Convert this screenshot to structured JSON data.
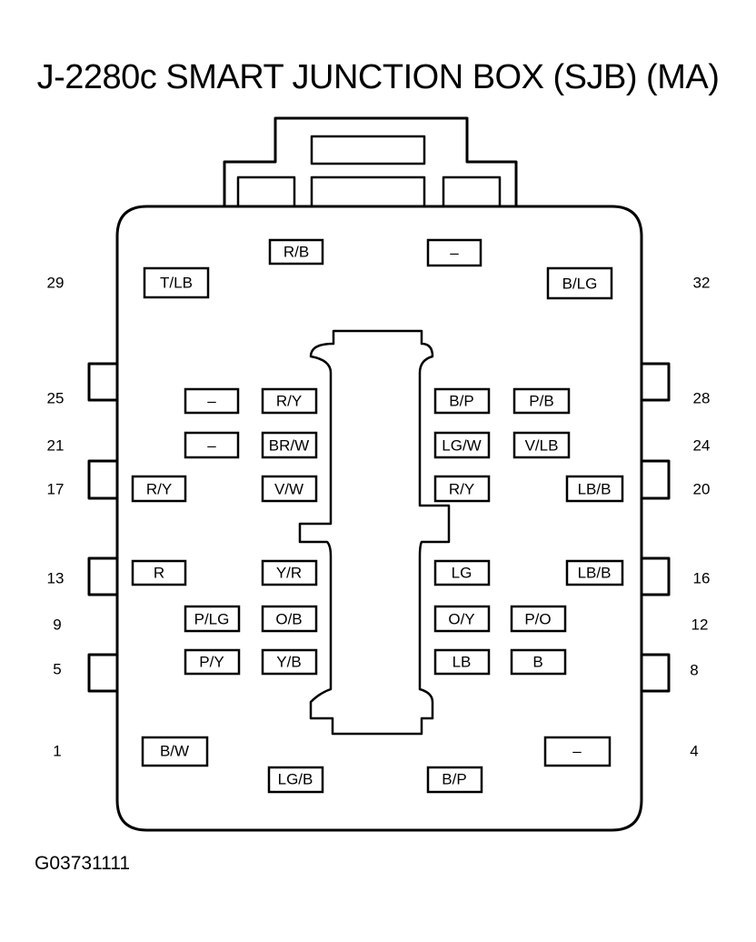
{
  "title": "J-2280c SMART JUNCTION BOX (SJB) (MA)",
  "figure_code": "G03731111",
  "pins": {
    "p1": {
      "number": "1",
      "wire": "B/W"
    },
    "p4": {
      "number": "4",
      "wire": "–"
    },
    "p5": {
      "number": "5",
      "wire": "P/Y"
    },
    "p8": {
      "number": "8",
      "wire": "B"
    },
    "p9": {
      "number": "9",
      "wire": "P/LG"
    },
    "p12": {
      "number": "12",
      "wire": "P/O"
    },
    "p13": {
      "number": "13",
      "wire": "R"
    },
    "p16": {
      "number": "16",
      "wire": "LB/B"
    },
    "p17": {
      "number": "17",
      "wire": "R/Y"
    },
    "p20": {
      "number": "20",
      "wire": "LB/B"
    },
    "p21": {
      "number": "21",
      "wire": "–"
    },
    "p24": {
      "number": "24",
      "wire": "V/LB"
    },
    "p25": {
      "number": "25",
      "wire": "–"
    },
    "p28": {
      "number": "28",
      "wire": "P/B"
    },
    "p29": {
      "number": "29",
      "wire": "T/LB"
    },
    "p32": {
      "number": "32",
      "wire": "B/LG"
    }
  },
  "unnumbered_wires": {
    "top_left": "R/B",
    "top_right": "–",
    "bottom_left": "LG/B",
    "bottom_right": "B/P",
    "r25_inner_left": "R/Y",
    "r25_inner_right": "B/P",
    "r21_inner_left": "BR/W",
    "r21_inner_right": "LG/W",
    "r17_inner_left": "V/W",
    "r17_inner_right": "R/Y",
    "r13_inner_left": "Y/R",
    "r13_inner_right": "LG",
    "r9_inner_left": "O/B",
    "r9_inner_right": "O/Y",
    "r5_inner_left": "Y/B",
    "r5_inner_right": "LB"
  }
}
